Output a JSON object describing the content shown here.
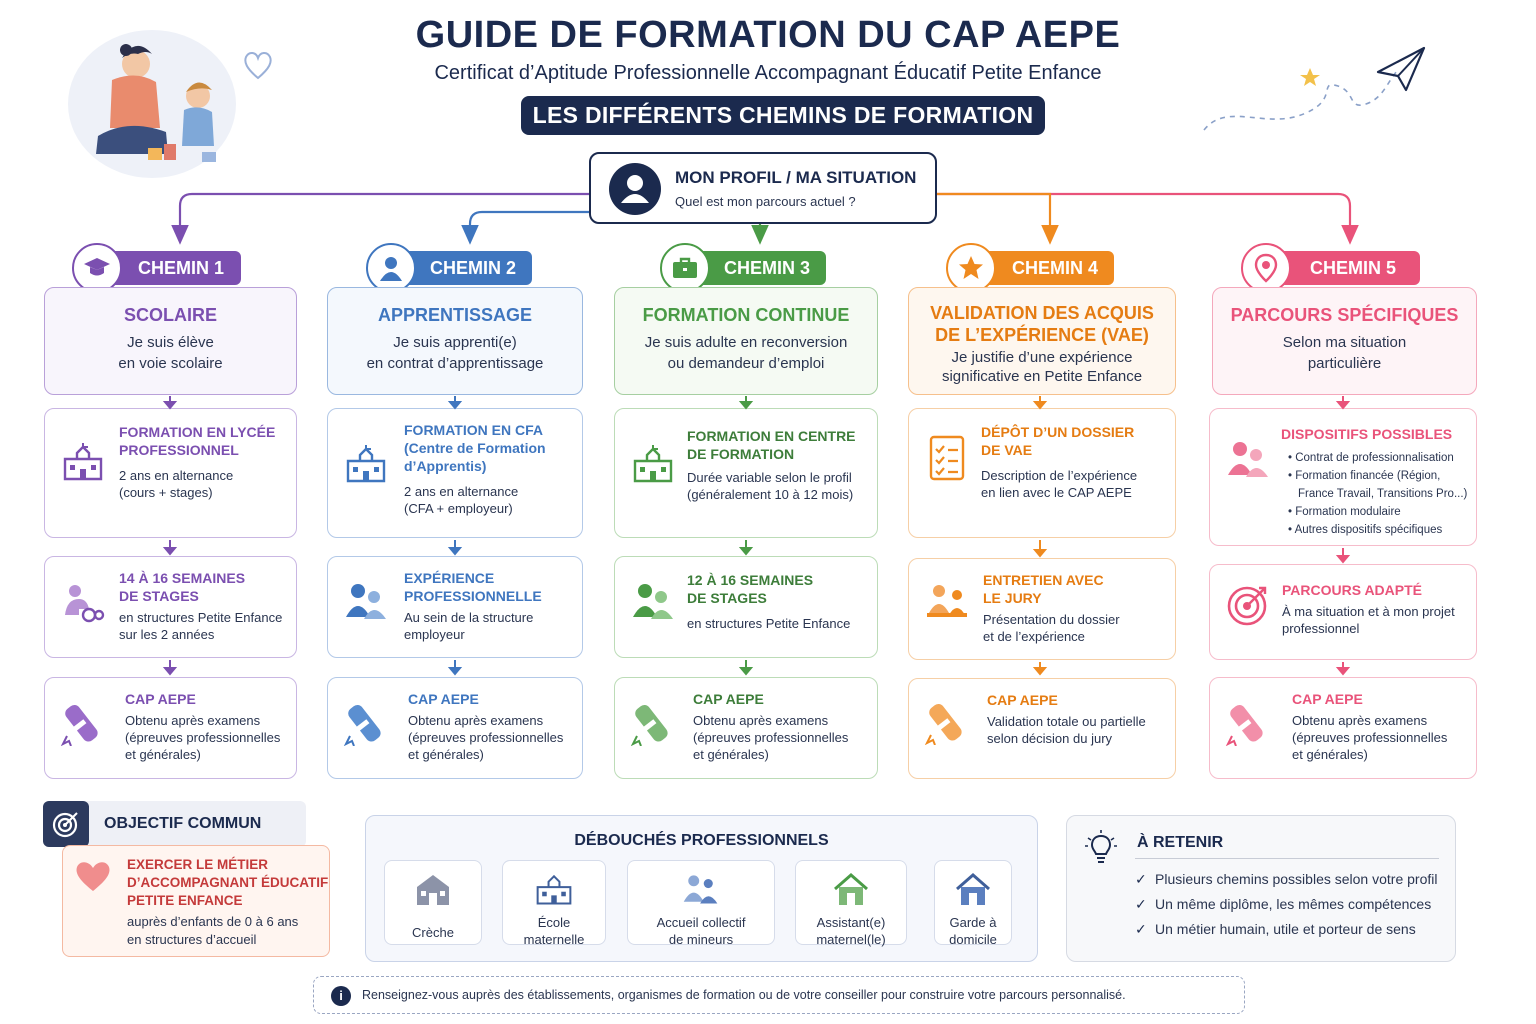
{
  "header": {
    "title": "GUIDE DE FORMATION DU CAP AEPE",
    "subtitle": "Certificat d’Aptitude Professionnelle Accompagnant Éducatif Petite Enfance",
    "banner": "LES DIFFÉRENTS CHEMINS DE FORMATION"
  },
  "profile": {
    "title": "MON PROFIL / MA SITUATION",
    "question": "Quel est mon parcours actuel ?"
  },
  "colors": {
    "chemin1": "#7b4fb0",
    "chemin2": "#3f76bf",
    "chemin3": "#4a9b46",
    "chemin4": "#ef8a1f",
    "chemin5": "#e9537a",
    "navy": "#1b2a4e"
  },
  "paths": [
    {
      "label": "CHEMIN 1",
      "icon": "graduation-cap-icon",
      "heading": "SCOLAIRE",
      "desc": [
        "Je suis élève",
        "en voie scolaire"
      ],
      "step1": {
        "icon": "school-building-icon",
        "title": [
          "FORMATION EN LYCÉE",
          "PROFESSIONNEL"
        ],
        "desc": [
          "2 ans en alternance",
          "(cours + stages)"
        ]
      },
      "step2": {
        "icon": "child-play-icon",
        "title": [
          "14 À 16 SEMAINES",
          "DE STAGES"
        ],
        "desc": [
          "en structures Petite Enfance",
          "sur les 2 années"
        ]
      },
      "step3": {
        "icon": "diploma-icon",
        "title": [
          "CAP AEPE"
        ],
        "desc": [
          "Obtenu après examens",
          "(épreuves professionnelles",
          "et générales)"
        ]
      }
    },
    {
      "label": "CHEMIN 2",
      "icon": "person-icon",
      "heading": "APPRENTISSAGE",
      "desc": [
        "Je suis apprenti(e)",
        "en contrat d’apprentissage"
      ],
      "step1": {
        "icon": "school-building-icon",
        "title": [
          "FORMATION EN CFA",
          "(Centre de Formation",
          "d’Apprentis)"
        ],
        "desc": [
          "2 ans en alternance",
          "(CFA + employeur)"
        ]
      },
      "step2": {
        "icon": "people-icon",
        "title": [
          "EXPÉRIENCE",
          "PROFESSIONNELLE"
        ],
        "desc": [
          "Au sein de la structure",
          "employeur"
        ]
      },
      "step3": {
        "icon": "diploma-icon",
        "title": [
          "CAP AEPE"
        ],
        "desc": [
          "Obtenu après examens",
          "(épreuves professionnelles",
          "et générales)"
        ]
      }
    },
    {
      "label": "CHEMIN 3",
      "icon": "briefcase-icon",
      "heading": "FORMATION CONTINUE",
      "desc": [
        "Je suis adulte en reconversion",
        "ou demandeur d’emploi"
      ],
      "step1": {
        "icon": "school-building-icon",
        "title": [
          "FORMATION EN CENTRE",
          "DE FORMATION"
        ],
        "desc": [
          "Durée variable selon le profil",
          "(généralement 10 à 12 mois)"
        ]
      },
      "step2": {
        "icon": "people-icon",
        "title": [
          "12 À 16 SEMAINES",
          "DE STAGES"
        ],
        "desc": [
          "en structures Petite Enfance"
        ]
      },
      "step3": {
        "icon": "diploma-icon",
        "title": [
          "CAP AEPE"
        ],
        "desc": [
          "Obtenu après examens",
          "(épreuves professionnelles",
          "et générales)"
        ]
      }
    },
    {
      "label": "CHEMIN 4",
      "icon": "star-icon",
      "heading": "VALIDATION DES ACQUIS DE L’EXPÉRIENCE (VAE)",
      "headingLines": [
        "VALIDATION DES ACQUIS",
        "DE L’EXPÉRIENCE (VAE)"
      ],
      "desc": [
        "Je justifie d’une expérience",
        "significative en Petite Enfance"
      ],
      "step1": {
        "icon": "checklist-icon",
        "title": [
          "DÉPÔT D’UN DOSSIER",
          "DE VAE"
        ],
        "desc": [
          "Description de l’expérience",
          "en lien avec le CAP AEPE"
        ]
      },
      "step2": {
        "icon": "jury-icon",
        "title": [
          "ENTRETIEN AVEC",
          "LE JURY"
        ],
        "desc": [
          "Présentation du dossier",
          "et de l’expérience"
        ]
      },
      "step3": {
        "icon": "diploma-icon",
        "title": [
          "CAP AEPE"
        ],
        "desc": [
          "Validation totale ou partielle",
          "selon décision du jury"
        ]
      }
    },
    {
      "label": "CHEMIN 5",
      "icon": "location-pin-icon",
      "heading": "PARCOURS SPÉCIFIQUES",
      "desc": [
        "Selon ma situation",
        "particulière"
      ],
      "step1": {
        "icon": "people-icon",
        "title": [
          "DISPOSITIFS POSSIBLES"
        ],
        "list": [
          "Contrat de professionnalisation",
          "Formation financée (Région,",
          "France Travail, Transitions Pro...)",
          "Formation modulaire",
          "Autres dispositifs spécifiques"
        ]
      },
      "step2": {
        "icon": "target-icon",
        "title": [
          "PARCOURS ADAPTÉ"
        ],
        "desc": [
          "À ma situation et à mon projet",
          "professionnel"
        ]
      },
      "step3": {
        "icon": "diploma-icon",
        "title": [
          "CAP AEPE"
        ],
        "desc": [
          "Obtenu après examens",
          "(épreuves professionnelles",
          "et générales)"
        ]
      }
    }
  ],
  "objectif": {
    "label": "OBJECTIF COMMUN",
    "title": [
      "EXERCER LE MÉTIER",
      "D’ACCOMPAGNANT ÉDUCATIF",
      "PETITE ENFANCE"
    ],
    "desc": [
      "auprès d’enfants de 0 à 6 ans",
      "en structures d’accueil"
    ]
  },
  "debouches": {
    "title": "DÉBOUCHÉS PROFESSIONNELS",
    "items": [
      {
        "label": [
          "Crèche"
        ],
        "icon": "house-icon"
      },
      {
        "label": [
          "École",
          "maternelle"
        ],
        "icon": "school-building-icon"
      },
      {
        "label": [
          "Accueil collectif",
          "de mineurs"
        ],
        "icon": "people-icon"
      },
      {
        "label": [
          "Assistant(e)",
          "maternel(le)"
        ],
        "icon": "home-icon"
      },
      {
        "label": [
          "Garde à",
          "domicile"
        ],
        "icon": "home-icon"
      }
    ]
  },
  "retenir": {
    "title": "À RETENIR",
    "items": [
      "Plusieurs chemins possibles selon votre profil",
      "Un même diplôme, les mêmes compétences",
      "Un métier humain, utile et porteur de sens"
    ]
  },
  "info": "Renseignez-vous auprès des établissements, organismes de formation ou de votre conseiller pour construire votre parcours personnalisé."
}
